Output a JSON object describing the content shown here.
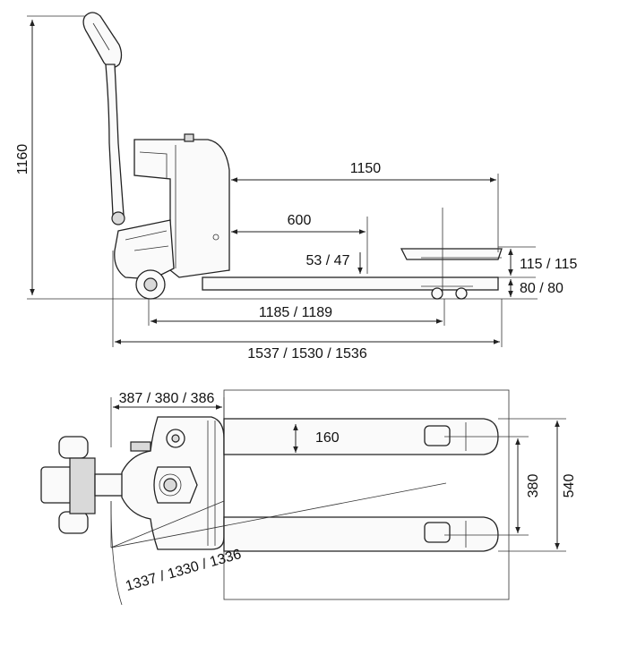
{
  "side_view": {
    "height_total": "1160",
    "fork_length": "1150",
    "load_center": "600",
    "lowered_height": "53 / 47",
    "lift_height": "115 / 115",
    "fork_height": "80 / 80",
    "wheelbase": "1185 / 1189",
    "overall_length": "1537 / 1530 / 1536"
  },
  "top_view": {
    "head_length": "387 / 380 / 386",
    "fork_gap": "160",
    "fork_spread_inner": "380",
    "fork_spread_outer": "540",
    "turning_radius": "1337 / 1330 / 1336"
  }
}
